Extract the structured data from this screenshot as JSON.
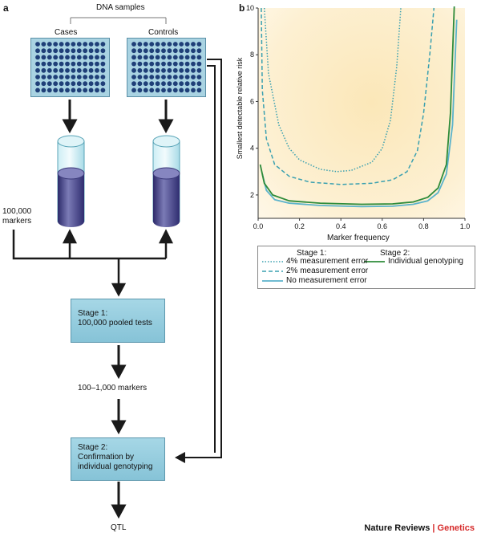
{
  "panel_a": {
    "letter": "a",
    "dna_samples": "DNA samples",
    "cases": "Cases",
    "controls": "Controls",
    "markers_line1": "100,000",
    "markers_line2": "markers",
    "stage1_line1": "Stage 1:",
    "stage1_line2": "100,000 pooled tests",
    "intermediate": "100–1,000 markers",
    "stage2_line1": "Stage 2:",
    "stage2_line2": "Confirmation by",
    "stage2_line3": "individual genotyping",
    "qtl": "QTL"
  },
  "chart_data": {
    "type": "line",
    "letter": "b",
    "ylabel": "Smallest detectable relative risk",
    "xlabel": "Marker frequency",
    "xlim": [
      0,
      1
    ],
    "ylim": [
      1,
      10
    ],
    "xticks": [
      "0.0",
      "0.2",
      "0.4",
      "0.6",
      "0.8",
      "1.0"
    ],
    "yticks": [
      "2",
      "4",
      "6",
      "8",
      "10"
    ],
    "legend_stage1_title": "Stage 1:",
    "legend_stage2_title": "Stage 2:",
    "series": [
      {
        "name": "4% measurement error",
        "color": "#3aa0b0",
        "dash": "dotted",
        "points": [
          [
            0.03,
            10
          ],
          [
            0.05,
            7.2
          ],
          [
            0.1,
            5.0
          ],
          [
            0.15,
            4.0
          ],
          [
            0.2,
            3.5
          ],
          [
            0.3,
            3.1
          ],
          [
            0.38,
            3.0
          ],
          [
            0.45,
            3.05
          ],
          [
            0.55,
            3.4
          ],
          [
            0.6,
            4.0
          ],
          [
            0.64,
            5.2
          ],
          [
            0.67,
            7.5
          ],
          [
            0.69,
            10
          ]
        ]
      },
      {
        "name": "2% measurement error",
        "color": "#3aa0b0",
        "dash": "dashed",
        "points": [
          [
            0.015,
            10
          ],
          [
            0.02,
            6.5
          ],
          [
            0.04,
            4.4
          ],
          [
            0.08,
            3.3
          ],
          [
            0.15,
            2.8
          ],
          [
            0.25,
            2.55
          ],
          [
            0.4,
            2.45
          ],
          [
            0.55,
            2.5
          ],
          [
            0.65,
            2.65
          ],
          [
            0.72,
            3.0
          ],
          [
            0.77,
            3.9
          ],
          [
            0.8,
            5.5
          ],
          [
            0.83,
            8.0
          ],
          [
            0.85,
            10
          ]
        ]
      },
      {
        "name": "No measurement error",
        "color": "#5bb3cc",
        "dash": "solid",
        "points": [
          [
            0.02,
            2.9
          ],
          [
            0.04,
            2.2
          ],
          [
            0.08,
            1.8
          ],
          [
            0.15,
            1.65
          ],
          [
            0.3,
            1.55
          ],
          [
            0.5,
            1.5
          ],
          [
            0.65,
            1.52
          ],
          [
            0.75,
            1.6
          ],
          [
            0.82,
            1.75
          ],
          [
            0.87,
            2.1
          ],
          [
            0.91,
            2.9
          ],
          [
            0.94,
            5.0
          ],
          [
            0.96,
            9.5
          ]
        ]
      },
      {
        "name": "Individual genotyping",
        "color": "#2e8b3a",
        "dash": "solid",
        "points": [
          [
            0.01,
            3.3
          ],
          [
            0.03,
            2.5
          ],
          [
            0.07,
            2.0
          ],
          [
            0.15,
            1.75
          ],
          [
            0.3,
            1.65
          ],
          [
            0.5,
            1.6
          ],
          [
            0.65,
            1.62
          ],
          [
            0.75,
            1.7
          ],
          [
            0.82,
            1.9
          ],
          [
            0.87,
            2.3
          ],
          [
            0.91,
            3.3
          ],
          [
            0.93,
            5.5
          ],
          [
            0.95,
            10.5
          ]
        ]
      }
    ]
  },
  "footer": {
    "journal": "Nature Reviews",
    "separator": " | ",
    "section": "Genetics",
    "section_color": "#d62a2a"
  }
}
